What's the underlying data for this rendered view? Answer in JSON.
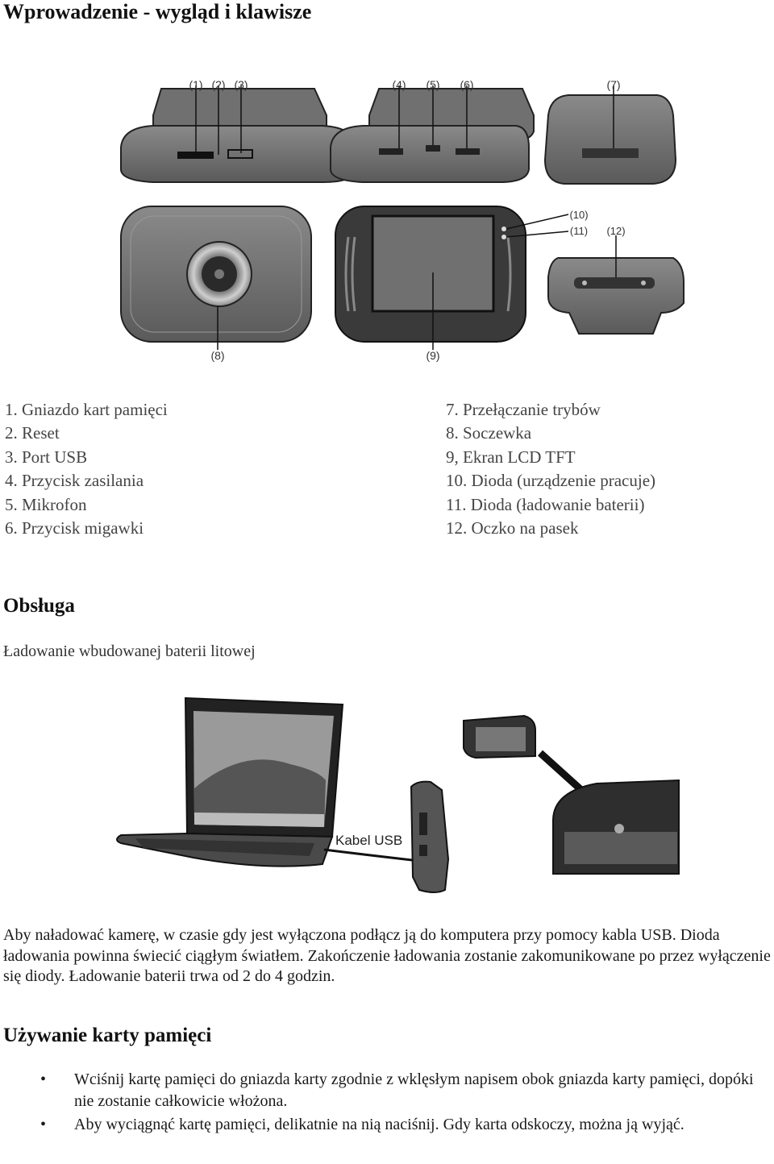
{
  "title": "Wprowadzenie - wygląd i klawisze",
  "parts_left": [
    "1. Gniazdo kart pamięci",
    "2. Reset",
    "3. Port USB",
    "4. Przycisk zasilania",
    "5. Mikrofon",
    "6. Przycisk migawki"
  ],
  "parts_right": [
    "7. Przełączanie trybów",
    "8. Soczewka",
    "9, Ekran LCD TFT",
    "10. Dioda (urządzenie pracuje)",
    "11. Dioda (ładowanie baterii)",
    "12. Oczko na pasek"
  ],
  "callouts": {
    "c1": "(1)",
    "c2": "(2)",
    "c3": "(3)",
    "c4": "(4)",
    "c5": "(5)",
    "c6": "(6)",
    "c7": "(7)",
    "c8": "(8)",
    "c9": "(9)",
    "c10": "(10)",
    "c11": "(11)",
    "c12": "(12)"
  },
  "section_obsluga": {
    "heading": "Obsługa",
    "subheading": "Ładowanie wbudowanej baterii litowej",
    "cable_label": "Kabel USB",
    "paragraph": "Aby naładować kamerę, w czasie gdy jest wyłączona podłącz ją do komputera przy pomocy kabla USB. Dioda ładowania powinna świecić ciągłym światłem. Zakończenie ładowania zostanie zakomunikowane po przez wyłączenie się diody. Ładowanie baterii trwa od 2 do 4 godzin."
  },
  "section_karta": {
    "heading": "Używanie karty pamięci",
    "bullet_symbol": "•",
    "bullets": [
      "Wciśnij kartę pamięci do gniazda karty zgodnie z wklęsłym napisem obok gniazda karty pamięci, dopóki nie zostanie całkowicie włożona.",
      "Aby wyciągnąć kartę pamięci, delikatnie na nią naciśnij. Gdy karta odskoczy, można ją wyjąć."
    ]
  }
}
